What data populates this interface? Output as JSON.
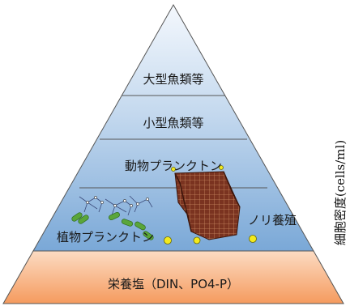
{
  "pyramid": {
    "levels": [
      {
        "label": "大型魚類等"
      },
      {
        "label": "小型魚類等"
      },
      {
        "label": "動物プランクトン"
      },
      {
        "label": "植物プランクトン"
      },
      {
        "label": "栄養塩（DIN、PO4-P）"
      }
    ],
    "nori_label": "ノリ養殖",
    "side_label": "細胞密度(cells/ml)"
  },
  "colors": {
    "top_tier": "#ffffff",
    "blue_tier": "#a9c6e6",
    "blue_deep": "#6f9fd2",
    "base_tier": "#f6a46e",
    "base_light": "#fbd8bb",
    "plankton_green": "#5aa63a",
    "nori_brown": "#6a2e1a",
    "particle_yellow": "#f3ea1d"
  }
}
